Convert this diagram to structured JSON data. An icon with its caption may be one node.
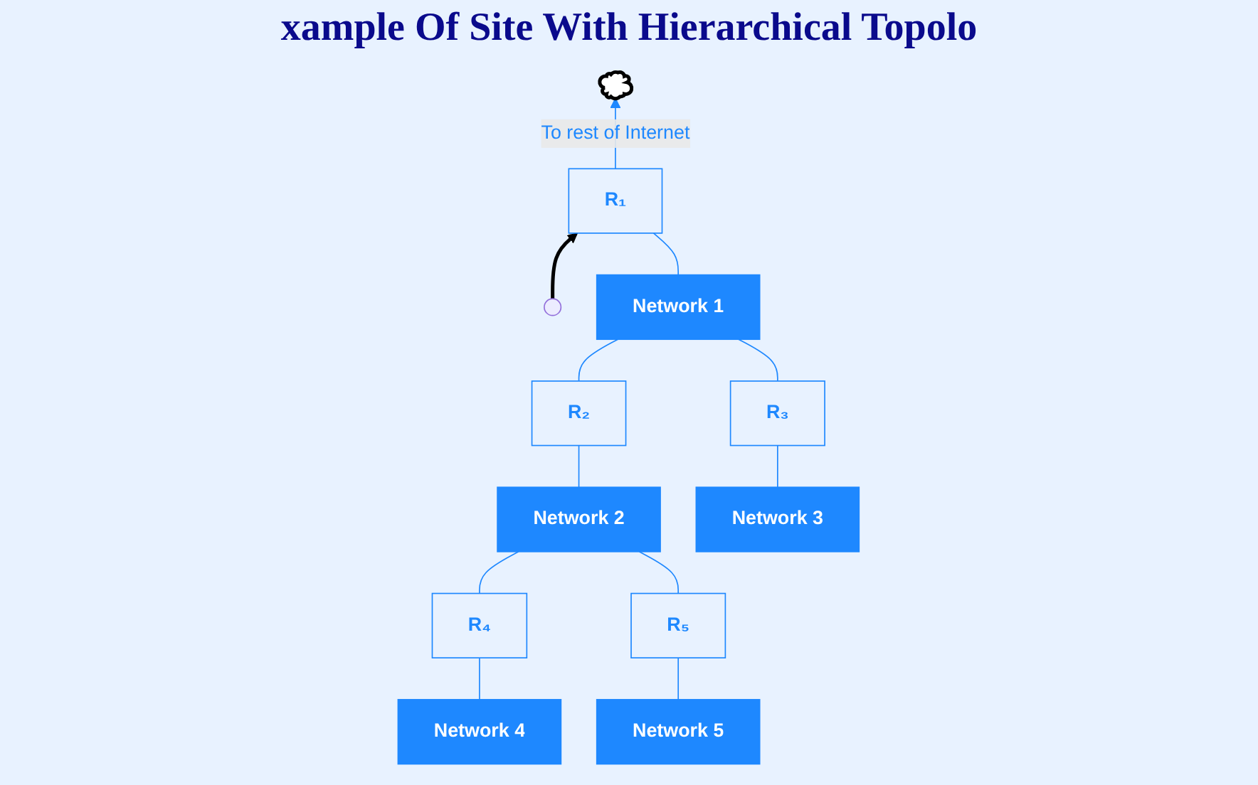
{
  "diagram": {
    "title": "xample Of Site With Hierarchical Topolo",
    "nodes": [
      {
        "text": [],
        "shape": "cloud"
      },
      {
        "text": [
          "R₁"
        ]
      },
      {
        "text": [
          "Network 1"
        ]
      },
      {
        "text": [
          "R₂"
        ]
      },
      {
        "text": [
          "R₃"
        ]
      },
      {
        "text": [
          "Network 2"
        ]
      },
      {
        "text": [
          "Network 3"
        ]
      },
      {
        "text": [
          "R₄"
        ]
      },
      {
        "text": [
          "R₅"
        ]
      },
      {
        "text": [
          "Network 4"
        ]
      },
      {
        "text": [
          "Network 5"
        ]
      }
    ],
    "edges": [
      {
        "from": 1,
        "to": 0,
        "arrow": "to",
        "label": "To rest of Internet"
      },
      {
        "from": null,
        "to": 1,
        "arrow": "to",
        "color": "#000000",
        "style": "thick"
      },
      {
        "from": 1,
        "to": 2,
        "arrow": "none"
      },
      {
        "from": 2,
        "to": 3,
        "arrow": "none"
      },
      {
        "from": 2,
        "to": 4,
        "arrow": "none"
      },
      {
        "from": 3,
        "to": 5,
        "arrow": "none"
      },
      {
        "from": 4,
        "to": 6,
        "arrow": "none"
      },
      {
        "from": 5,
        "to": 7,
        "arrow": "none"
      },
      {
        "from": 5,
        "to": 8,
        "arrow": "none"
      },
      {
        "from": 7,
        "to": 9,
        "arrow": "none"
      },
      {
        "from": 8,
        "to": 10,
        "arrow": "none"
      }
    ]
  }
}
